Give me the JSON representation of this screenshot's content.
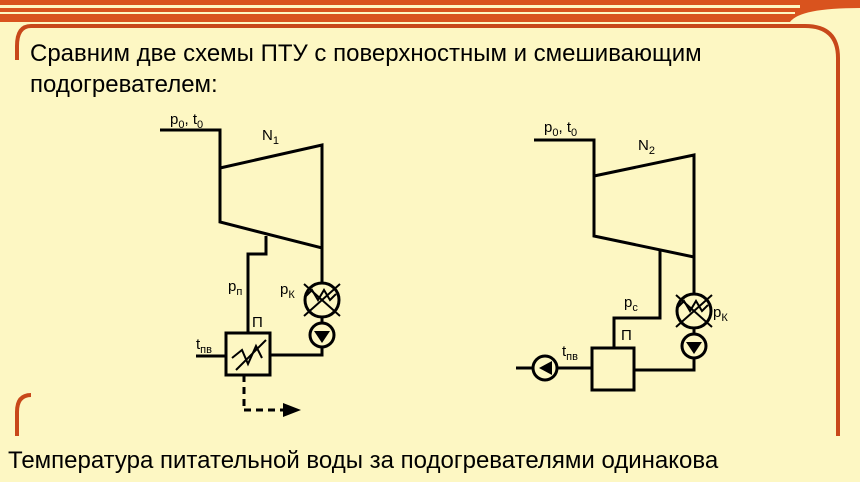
{
  "colors": {
    "background": "#fdf7c3",
    "frame_border": "#c8481a",
    "top_band": "#d9531e",
    "line": "#000000"
  },
  "heading": {
    "line1": "Сравним две схемы ПТУ с поверхностным и смешивающим",
    "line2": "подогревателем:"
  },
  "scheme1": {
    "steam_params": {
      "p": "p",
      "p_sub": "0",
      "sep": ", ",
      "t": "t",
      "t_sub": "0"
    },
    "turbine_power": {
      "main": "N",
      "sub": "1"
    },
    "extraction_pressure": {
      "main": "p",
      "sub": "п"
    },
    "condenser_pressure": {
      "main": "p",
      "sub": "К"
    },
    "heater_label": "П",
    "feedwater_temp": {
      "main": "t",
      "sub": "пв"
    },
    "heater_type_icon": "surface-heater-icon",
    "drain_icon": "dashed-arrow-icon"
  },
  "scheme2": {
    "steam_params": {
      "p": "p",
      "p_sub": "0",
      "sep": ", ",
      "t": "t",
      "t_sub": "0"
    },
    "turbine_power": {
      "main": "N",
      "sub": "2"
    },
    "extraction_pressure": {
      "main": "p",
      "sub": "с"
    },
    "condenser_pressure": {
      "main": "p",
      "sub": "К"
    },
    "heater_label": "П",
    "feedwater_temp": {
      "main": "t",
      "sub": "пв"
    },
    "heater_type_icon": "mixing-heater-icon"
  },
  "footer": "Температура питательной воды за подогревателями  одинакова"
}
